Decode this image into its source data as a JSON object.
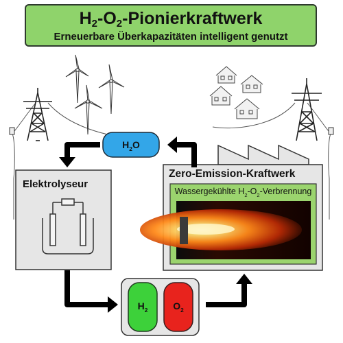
{
  "header": {
    "title_pre": "H",
    "title_sub1": "2",
    "title_mid": "-O",
    "title_sub2": "2",
    "title_post": "-Pionierkraftwerk",
    "subtitle": "Erneuerbare Überkapazitäten intelligent genutzt"
  },
  "water_tank": {
    "pre": "H",
    "sub": "2",
    "post": "O"
  },
  "electrolyser": {
    "label": "Elektrolyseur"
  },
  "plant": {
    "title": "Zero-Emission-Kraftwerk",
    "caption_pre": "Wassergekühlte H",
    "caption_sub1": "2",
    "caption_mid": "-O",
    "caption_sub2": "2",
    "caption_post": "-Verbrennung"
  },
  "storage": {
    "h2": {
      "pre": "H",
      "sub": "2"
    },
    "o2": {
      "pre": "O",
      "sub": "2"
    }
  },
  "colors": {
    "title_green": "#8fd36b",
    "h2_green": "#3dd13a",
    "o2_red": "#e8231d",
    "water_blue": "#33a6e8",
    "panel_gray": "#e6e6e6",
    "plant_inner": "#9bd46e"
  },
  "icons": [
    "pylon-icon",
    "wind-turbine-icon",
    "house-icon",
    "factory-icon",
    "flame-icon",
    "arrow-icon"
  ]
}
